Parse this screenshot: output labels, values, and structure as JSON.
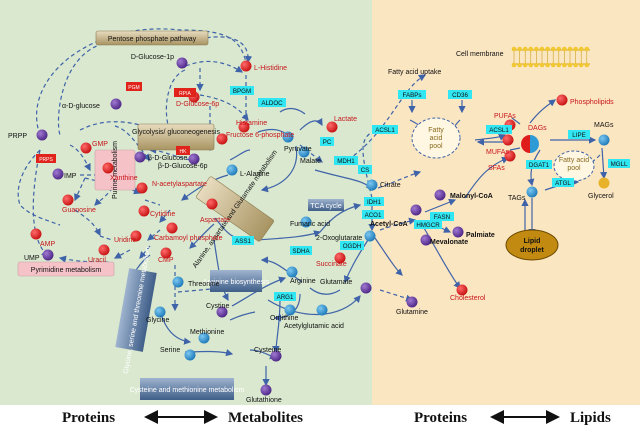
{
  "footer": {
    "left": "Proteins",
    "middle": "Metabolites",
    "right_left": "Proteins",
    "right": "Lipids"
  },
  "regions": {
    "pentose": "Pentose phosphate pathway",
    "glycolysis": "Glycolysis/ gluconeogenesis",
    "purine": "Purine metabolism",
    "pyrimidine": "Pyrimidine metabolism",
    "alanine": "Alanine, aspartate and Glutamate metabolism",
    "tca": "TCA cycle",
    "arginine": "Arginine biosynthesis",
    "glycine": "Glycine, serine and threonine metabolism",
    "cysteine": "Cysteine and methionine metabolism",
    "cell_membrane": "Cell membrane",
    "fatty_acid_uptake": "Fatty acid uptake",
    "fatty_acid_pool": "Fatty acid pool",
    "lipid_droplet": "Lipid droplet"
  },
  "proteins": {
    "rpia": "RPIA",
    "pgm": "PGM",
    "hk": "HK",
    "bpgm": "BPGM",
    "aldoc": "ALDOC",
    "prps": "PRPS",
    "pc": "PC",
    "mdh1": "MDH1",
    "cs": "CS",
    "idh1": "IDH1",
    "aco1": "ACO1",
    "ogdh": "OGDH",
    "sdha": "SDHA",
    "ass1": "ASS1",
    "arg1": "ARG1",
    "fabps": "FABPs",
    "cd36": "CD36",
    "acsl1a": "ACSL1",
    "acsl1b": "ACSL1",
    "dgat1": "DGAT1",
    "lipe": "LIPE",
    "mgll": "MGLL",
    "atgl": "ATGL",
    "fasn": "FASN",
    "hmgcr": "HMGCR"
  },
  "metabolites": {
    "dglucose1p": "D-Glucose-1p",
    "lhistidine": "L-Histidine",
    "dglucose6p": "D-Glucose-6p",
    "aglucose": "α-D-glucose",
    "histamine": "Histamine",
    "prpp": "PRPP",
    "bglucose": "β-D-Glucose",
    "bglucose6p": "β-D-Glucose-6p",
    "f6p": "Fructose 6-phosphate",
    "pyruvate": "Pyruvate",
    "lactate": "Lactate",
    "imp": "IMP",
    "gmp": "GMP",
    "xanthine": "Xanthine",
    "guanosine": "Guanosine",
    "amp": "AMP",
    "nacetylaspartate": "N-acetylaspartate",
    "cytidine": "Cytidine",
    "uridine": "Uridine",
    "carbamoyl": "Carbamoyl phosphate",
    "uracil": "Uracil",
    "cmp": "CMP",
    "ump": "UMP",
    "aspartate": "Aspartate",
    "lalanine": "L-Alanine",
    "malate": "Malate",
    "citrate": "Citrate",
    "fumaric": "Fumaric acid",
    "oxoglutarate": "2-Oxoglutarate",
    "succinate": "Succinate",
    "glutamate": "Glutamate",
    "glutamine": "Glutamine",
    "arginine": "Arginine",
    "ornithine": "Ornithine",
    "acetylglutamic": "Acetylglutamic acid",
    "cystine": "Cystine",
    "threonine": "Threonine",
    "glycine": "Glycine",
    "methionine": "Methionine",
    "serine": "Serine",
    "cysteine": "Cysteine",
    "glutathione": "Glutathione",
    "malonylcoa": "Malonyl-CoA",
    "acetylcoa": "Acetyl-CoA",
    "palmiate": "Palmiate",
    "mevalonate": "Mevalonate",
    "cholesterol": "Cholesterol"
  },
  "lipids": {
    "phospholipids": "Phospholipids",
    "pufas": "PUFAs",
    "mufas": "MUFAs",
    "sfas": "SFAs",
    "dags": "DAGs",
    "mags": "MAGs",
    "tags": "TAGs",
    "glycerol": "Glycerol"
  },
  "colors": {
    "left_bg": "#d9e8cf",
    "right_bg": "#fbe6c2",
    "node_red": "#e01b1b",
    "node_purple": "#6b3fa0",
    "node_blue": "#2e9bd6",
    "protein_cyan": "#2fe6f2",
    "protein_red": "#e0231b",
    "arrow": "#3f63a8"
  }
}
